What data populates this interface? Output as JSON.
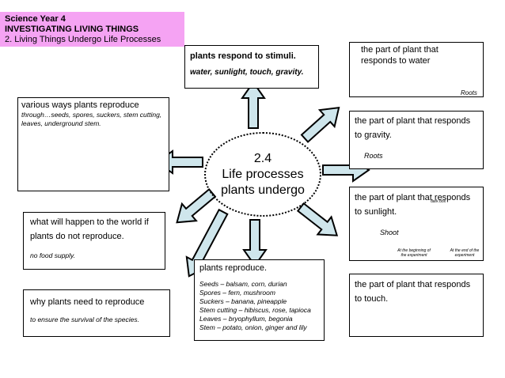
{
  "header": {
    "line1": "Science Year 4",
    "line2": "INVESTIGATING LIVING THINGS",
    "line3": "2. Living Things Undergo Life Processes"
  },
  "center": {
    "number": "2.4",
    "line1": "Life processes",
    "line2": "plants undergo"
  },
  "stimuli": {
    "title": "plants respond to stimuli.",
    "detail": "water, sunlight, touch, gravity."
  },
  "reproduce_ways": {
    "title": "various ways plants reproduce",
    "detail": "through…seeds, spores, suckers, stem cutting, leaves, underground stem."
  },
  "what_if": {
    "title": "what will happen to the world if plants do not reproduce.",
    "detail": "no food supply."
  },
  "why_reproduce": {
    "title": "why plants need to reproduce",
    "detail": "to ensure the survival of the species."
  },
  "reproduction": {
    "title": "plants reproduce.",
    "items": [
      "Seeds – balsam, corn, durian",
      "Spores – fern, mushroom",
      "Suckers – banana, pineapple",
      "Stem cutting – hibiscus, rose, tapioca",
      "Leaves – bryophyllum, begonia",
      "Stem – potato, onion, ginger and lily"
    ]
  },
  "water": {
    "title": "the part of plant that responds to water",
    "label": "Roots"
  },
  "gravity": {
    "title": "the part of plant that responds to gravity.",
    "label": "Roots"
  },
  "sunlight": {
    "title": "the part of plant that responds to sunlight.",
    "label": "Shoot",
    "box_label": "dark box",
    "caption_left": "At the beginning of the experiment",
    "caption_right": "At the end of the experiment"
  },
  "touch": {
    "title": "the part of plant that responds to touch."
  },
  "colors": {
    "header_bg": "#f5a3f3",
    "arrow_fill": "#cfe6ec"
  }
}
